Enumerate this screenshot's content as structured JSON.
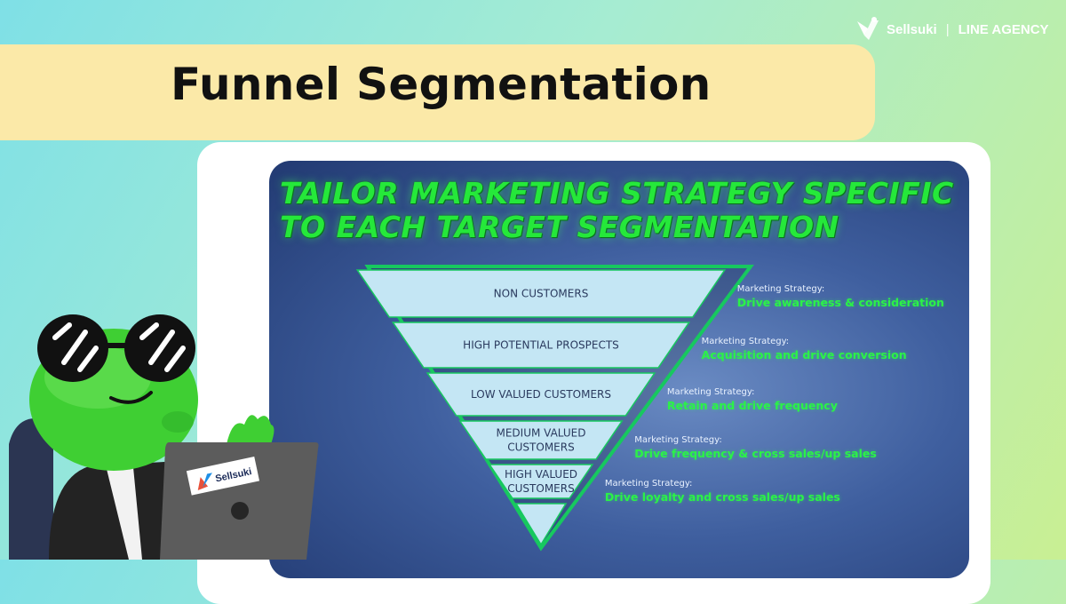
{
  "brand": {
    "name": "Sellsuki",
    "separator": "|",
    "agency": "LINE AGENCY"
  },
  "banner": {
    "title": "Funnel Segmentation"
  },
  "slide": {
    "heading_line1": "TAILOR MARKETING STRATEGY SPECIFIC",
    "heading_line2": "TO EACH TARGET SEGMENTATION",
    "strategy_label": "Marketing Strategy:",
    "segments": [
      {
        "lines": [
          "NON CUSTOMERS"
        ],
        "strategy": "Drive awareness & consideration"
      },
      {
        "lines": [
          "HIGH POTENTIAL PROSPECTS"
        ],
        "strategy": "Acquisition and drive conversion"
      },
      {
        "lines": [
          "LOW VALUED CUSTOMERS"
        ],
        "strategy": "Retain and drive frequency"
      },
      {
        "lines": [
          "MEDIUM VALUED",
          "CUSTOMERS"
        ],
        "strategy": "Drive frequency & cross sales/up sales"
      },
      {
        "lines": [
          "HIGH VALUED",
          "CUSTOMERS"
        ],
        "strategy": "Drive loyalty and cross sales/up sales"
      }
    ]
  },
  "laptop": {
    "sticker_brand": "Sellsuki"
  },
  "colors": {
    "heading_green": "#25e83a",
    "funnel_fill": "#c4e6f4",
    "funnel_stroke": "#17c85f",
    "banner": "#fbe9a8"
  }
}
